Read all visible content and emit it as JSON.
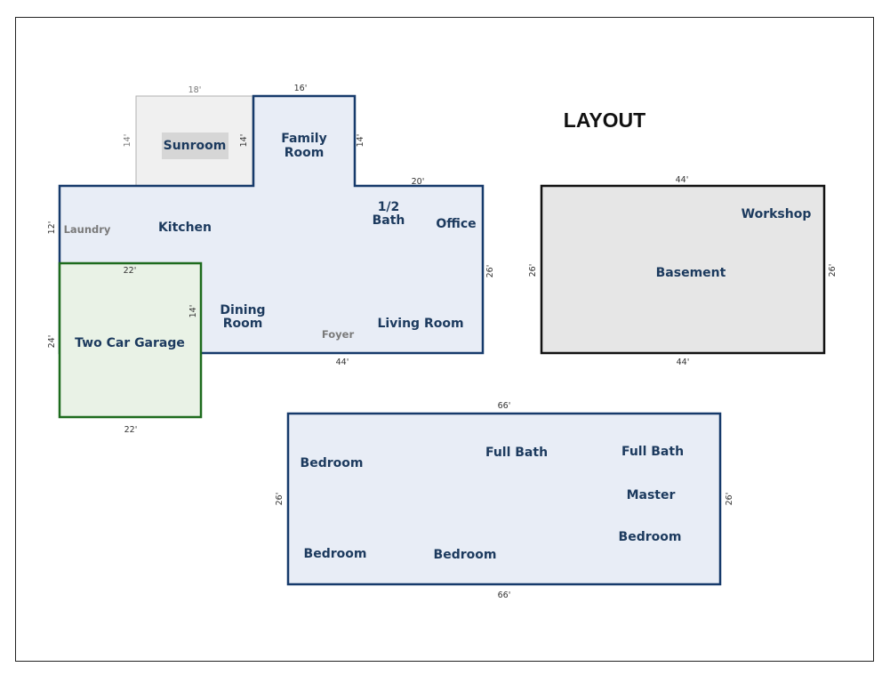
{
  "title": "LAYOUT",
  "colors": {
    "main_fill": "#e8edf6",
    "main_stroke": "#163a6b",
    "sunroom_fill": "#f0f0f0",
    "sunroom_stroke": "#b0b0b0",
    "garage_fill": "#e9f2e6",
    "garage_stroke": "#1d6b1d",
    "basement_fill": "#e6e6e6",
    "basement_stroke": "#111111",
    "label": "#1c3a5e"
  },
  "main_floor": {
    "rooms": {
      "sunroom": "Sunroom",
      "family_room_line1": "Family",
      "family_room_line2": "Room",
      "half_bath_line1": "1/2",
      "half_bath_line2": "Bath",
      "office": "Office",
      "laundry": "Laundry",
      "kitchen": "Kitchen",
      "dining_room_line1": "Dining",
      "dining_room_line2": "Room",
      "foyer": "Foyer",
      "living_room": "Living Room",
      "garage": "Two Car Garage"
    },
    "dimensions": {
      "sunroom_width": "18'",
      "sunroom_depth": "14'",
      "family_room_width": "16'",
      "family_room_left": "14'",
      "family_room_right": "14'",
      "right_wing_top": "20'",
      "main_left": "12'",
      "main_right": "26'",
      "main_bottom": "44'",
      "garage_top": "22'",
      "garage_right": "14'",
      "garage_left": "24'",
      "garage_bottom": "22'"
    }
  },
  "basement": {
    "rooms": {
      "workshop": "Workshop",
      "basement": "Basement"
    },
    "dimensions": {
      "top": "44'",
      "bottom": "44'",
      "left": "26'",
      "right": "26'"
    }
  },
  "upper_floor": {
    "rooms": {
      "bedroom_top_left": "Bedroom",
      "full_bath_center": "Full Bath",
      "full_bath_right": "Full Bath",
      "master": "Master",
      "master_bedroom": "Bedroom",
      "bedroom_bottom_left": "Bedroom",
      "bedroom_bottom_center": "Bedroom"
    },
    "dimensions": {
      "top": "66'",
      "bottom": "66'",
      "left": "26'",
      "right": "26'"
    }
  }
}
